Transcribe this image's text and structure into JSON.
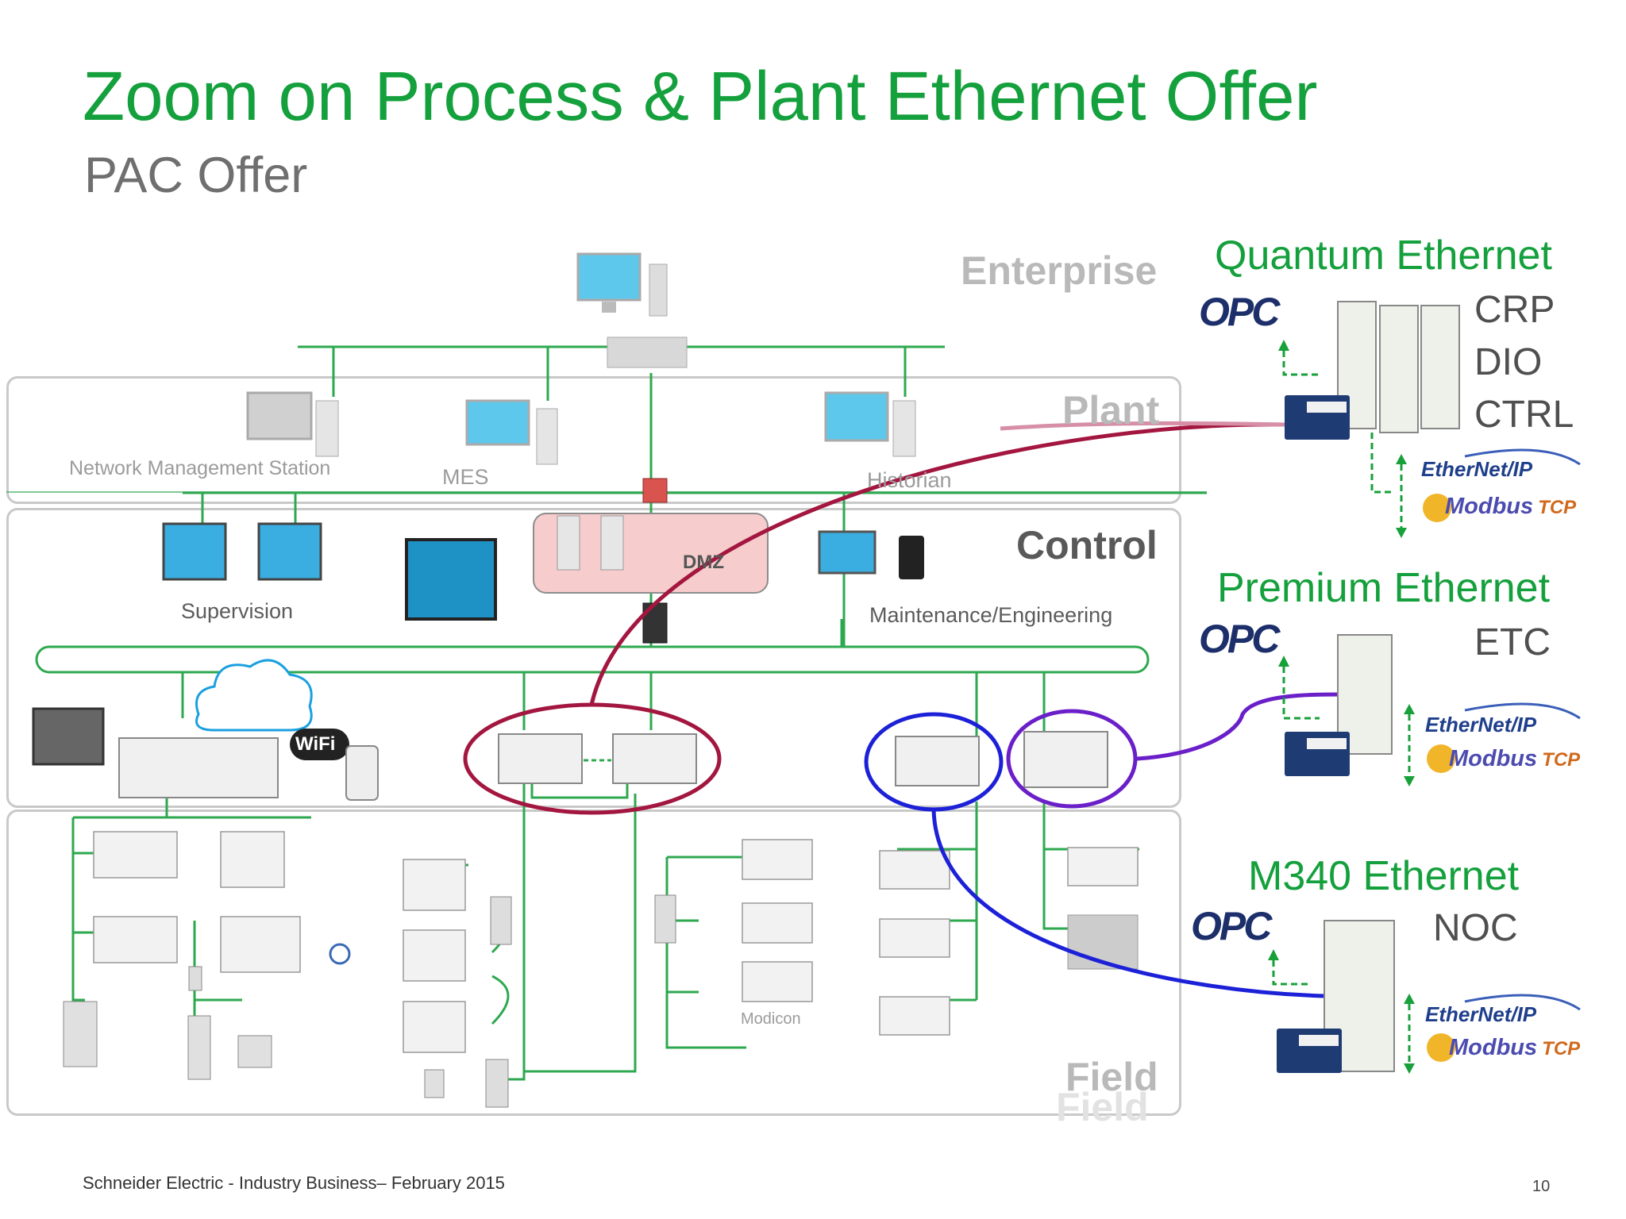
{
  "slide": {
    "title": "Zoom on Process & Plant Ethernet Offer",
    "subtitle": "PAC Offer",
    "footer": "Schneider Electric - Industry Business– February 2015",
    "page_number": "10"
  },
  "zones": {
    "enterprise": "Enterprise",
    "plant": "Plant",
    "control": "Control",
    "field": "Field",
    "field_shadow": "Field"
  },
  "labels": {
    "network_management_station": "Network Management Station",
    "mes": "MES",
    "historian": "Historian",
    "supervision": "Supervision",
    "dmz": "DMZ",
    "maintenance_engineering": "Maintenance/Engineering",
    "wifi": "WiFi",
    "modicon": "Modicon"
  },
  "offers": [
    {
      "title": "Quantum Ethernet",
      "items": [
        "CRP",
        "DIO",
        "CTRL"
      ]
    },
    {
      "title": "Premium Ethernet",
      "items": [
        "ETC"
      ]
    },
    {
      "title": "M340 Ethernet",
      "items": [
        "NOC"
      ]
    }
  ],
  "logos": {
    "opc": "OPC",
    "ethernet_ip": "EtherNet/IP",
    "modbus": "Modbus",
    "tcp": "TCP"
  },
  "colors": {
    "title_green": "#14a03c",
    "network_green": "#2ea84f",
    "quantum_link": "#a3163f",
    "m340_link": "#1c21d8",
    "premium_link": "#6a1fc9",
    "zone_border": "#c9c9c9"
  },
  "icons": [
    "computer-icon",
    "server-icon",
    "firewall-icon",
    "switch-icon",
    "plc-rack-icon",
    "cloud-icon",
    "tablet-icon",
    "phone-icon",
    "laptop-icon",
    "hmi-panel-icon",
    "drive-icon",
    "sensor-icon",
    "fdt-logo-icon",
    "opc-logo-icon",
    "ethernet-ip-logo-icon",
    "modbus-logo-icon"
  ]
}
